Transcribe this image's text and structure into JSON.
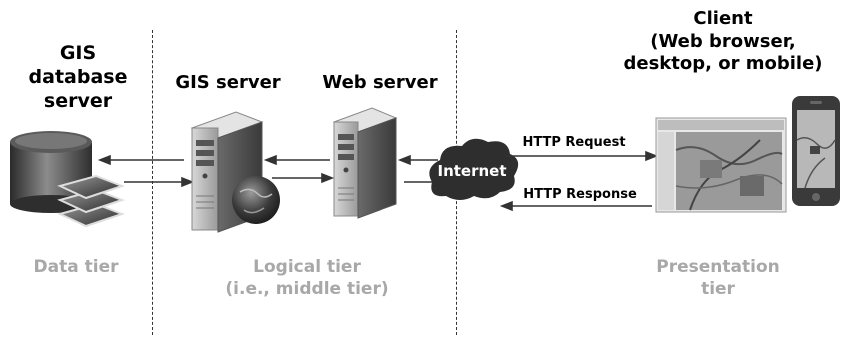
{
  "labels": {
    "gis_db_server": [
      "GIS",
      "database",
      "server"
    ],
    "gis_server": "GIS server",
    "web_server": "Web server",
    "client": [
      "Client",
      "(Web browser,",
      "desktop, or mobile)"
    ],
    "internet": "Internet",
    "http_request": "HTTP Request",
    "http_response": "HTTP Response"
  },
  "tiers": {
    "data": "Data tier",
    "logical": [
      "Logical tier",
      "(i.e., middle tier)"
    ],
    "presentation": [
      "Presentation",
      "tier"
    ]
  },
  "colors": {
    "tier_text": "#a8a8a8",
    "dark": "#3a3a3a",
    "mid": "#7a7a7a",
    "light": "#cfcfcf"
  }
}
